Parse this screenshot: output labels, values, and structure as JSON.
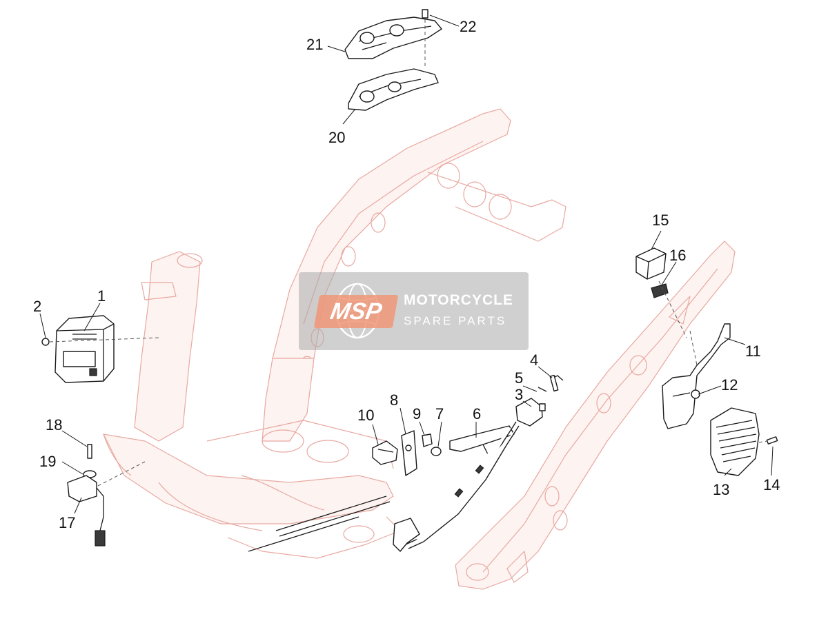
{
  "watermark": {
    "logo_text": "MSP",
    "line1": "MOTORCYCLE",
    "line2": "SPARE PARTS"
  },
  "callouts": [
    {
      "id": "1",
      "label": "1"
    },
    {
      "id": "2",
      "label": "2"
    },
    {
      "id": "3",
      "label": "3"
    },
    {
      "id": "4",
      "label": "4"
    },
    {
      "id": "5",
      "label": "5"
    },
    {
      "id": "6",
      "label": "6"
    },
    {
      "id": "7",
      "label": "7"
    },
    {
      "id": "8",
      "label": "8"
    },
    {
      "id": "9",
      "label": "9"
    },
    {
      "id": "10",
      "label": "10"
    },
    {
      "id": "11",
      "label": "11"
    },
    {
      "id": "12",
      "label": "12"
    },
    {
      "id": "13",
      "label": "13"
    },
    {
      "id": "14",
      "label": "14"
    },
    {
      "id": "15",
      "label": "15"
    },
    {
      "id": "16",
      "label": "16"
    },
    {
      "id": "17",
      "label": "17"
    },
    {
      "id": "18",
      "label": "18"
    },
    {
      "id": "19",
      "label": "19"
    },
    {
      "id": "20",
      "label": "20"
    },
    {
      "id": "21",
      "label": "21"
    },
    {
      "id": "22",
      "label": "22"
    }
  ]
}
